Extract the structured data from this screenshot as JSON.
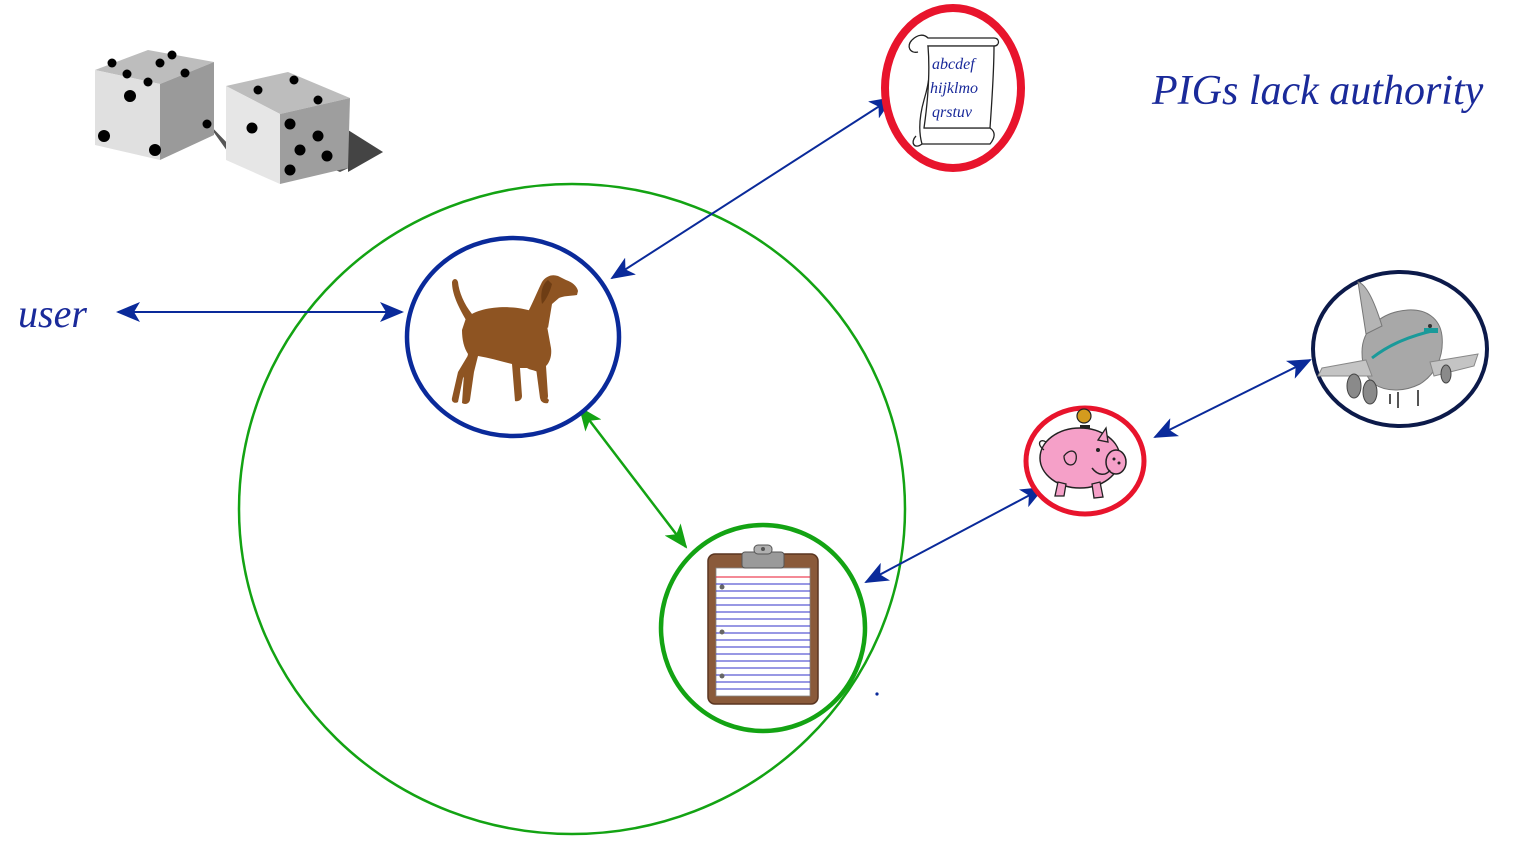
{
  "diagram": {
    "title": "PIGs lack authority",
    "user_label": "user",
    "scroll_lines": [
      "abcdef",
      "hijklmo",
      "qrstuv"
    ],
    "nodes": {
      "dog": "dog-icon",
      "clipboard": "clipboard-icon",
      "scroll": "scroll-icon",
      "pig": "piggy-bank-icon",
      "airplane": "airplane-icon",
      "dice": "dice-icon"
    },
    "colors": {
      "blue": "#0a2a9a",
      "green": "#13a313",
      "red": "#e8142c",
      "navy": "#0c1a4a",
      "dog_brown": "#8e5422",
      "pig_pink": "#f5a0c8"
    }
  }
}
